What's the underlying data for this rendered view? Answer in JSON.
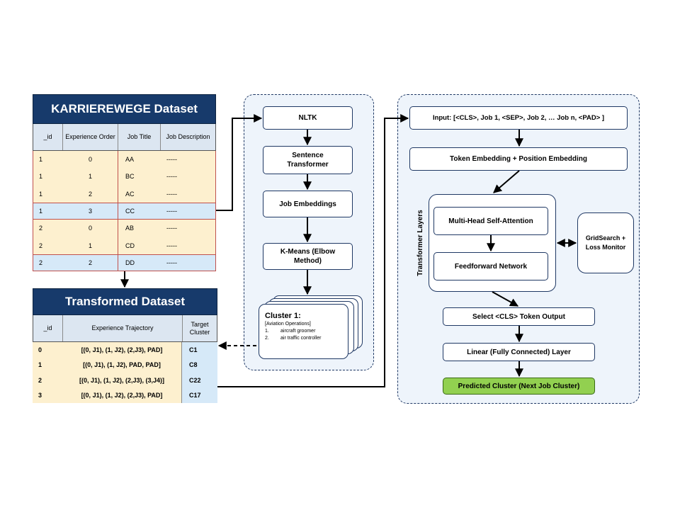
{
  "karrierewege": {
    "title": "KARRIEREWEGE Dataset",
    "headers": [
      "_id",
      "Experience Order",
      "Job Title",
      "Job Description"
    ],
    "rows": [
      [
        "1",
        "0",
        "AA",
        "-----"
      ],
      [
        "1",
        "1",
        "BC",
        "-----"
      ],
      [
        "1",
        "2",
        "AC",
        "-----"
      ],
      [
        "1",
        "3",
        "CC",
        "-----"
      ],
      [
        "2",
        "0",
        "AB",
        "-----"
      ],
      [
        "2",
        "1",
        "CD",
        "-----"
      ],
      [
        "2",
        "2",
        "DD",
        "-----"
      ]
    ]
  },
  "transformed": {
    "title": "Transformed Dataset",
    "headers": [
      "_id",
      "Experience Trajectory",
      "Target Cluster"
    ],
    "rows": [
      [
        "0",
        "[(0, J1), (1, J2), (2,J3), PAD]",
        "C1"
      ],
      [
        "1",
        "[(0, J1), (1, J2), PAD, PAD]",
        "C8"
      ],
      [
        "2",
        "[(0, J1), (1, J2), (2,J3), (3,J4)]",
        "C22"
      ],
      [
        "3",
        "[(0, J1), (1, J2), (2,J3), PAD]",
        "C17"
      ]
    ]
  },
  "pipeline": {
    "nltk": "NLTK",
    "sentence_transformer": "Sentence Transformer",
    "job_embeddings": "Job Embeddings",
    "kmeans": "K-Means (Elbow Method)",
    "cluster": {
      "title": "Cluster 1:",
      "category": "[Aviation Operations]",
      "items": [
        "aircraft groomer",
        "air traffic controller"
      ]
    }
  },
  "model": {
    "input": "Input: [<CLS>, Job 1, <SEP>, Job 2, … Job n, <PAD> ]",
    "embedding": "Token Embedding + Position Embedding",
    "transformer_label": "Transformer Layers",
    "attention": "Multi-Head Self-Attention",
    "feedforward": "Feedforward Network",
    "gridsearch": "GridSearch + Loss Monitor",
    "select_cls": "Select <CLS> Token Output",
    "linear": "Linear (Fully Connected) Layer",
    "predicted": "Predicted Cluster (Next Job Cluster)"
  },
  "colors": {
    "title_bg": "#173a6b",
    "header_bg": "#dce6f1",
    "row_yellow": "#fdf0cf",
    "row_blue": "#d6e9f8",
    "panel_bg": "#eef4fb",
    "predicted_bg": "#92d050"
  }
}
